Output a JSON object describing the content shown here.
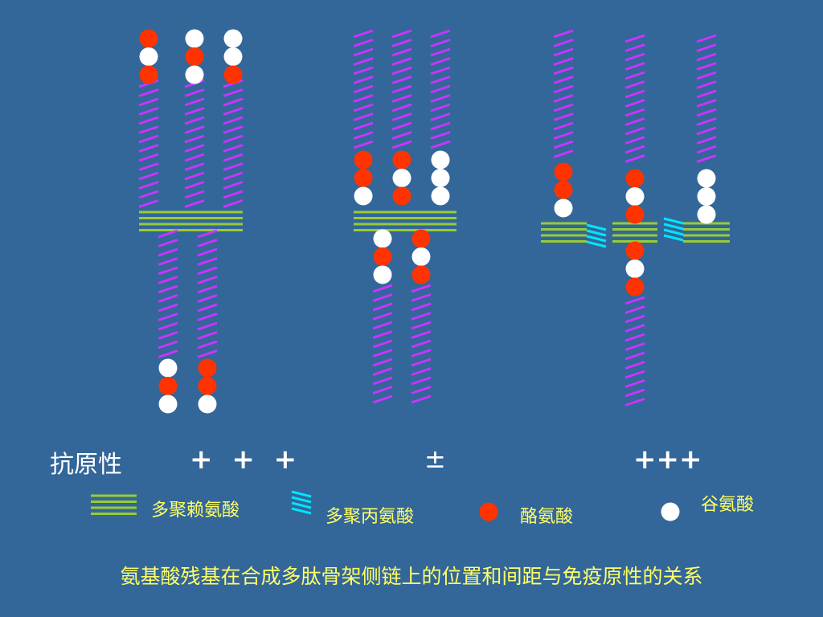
{
  "colors": {
    "background": "#336699",
    "polylysine": "#99cc33",
    "polyalanine": "#00e5ff",
    "tyrosine": "#ff3300",
    "glutamate": "#ffffff",
    "chain": "#cc33ff",
    "label_text": "#ffff66"
  },
  "antigenicity": {
    "label": "抗原性",
    "levels": [
      "+ + +",
      "±",
      "+++"
    ]
  },
  "legend": {
    "polylysine": "多聚赖氨酸",
    "polyalanine": "多聚丙氨酸",
    "tyrosine": "酪氨酸",
    "glutamate": "谷氨酸"
  },
  "caption": "氨基酸残基在合成多肽骨架侧链上的位置和间距与免疫原性的关系"
}
